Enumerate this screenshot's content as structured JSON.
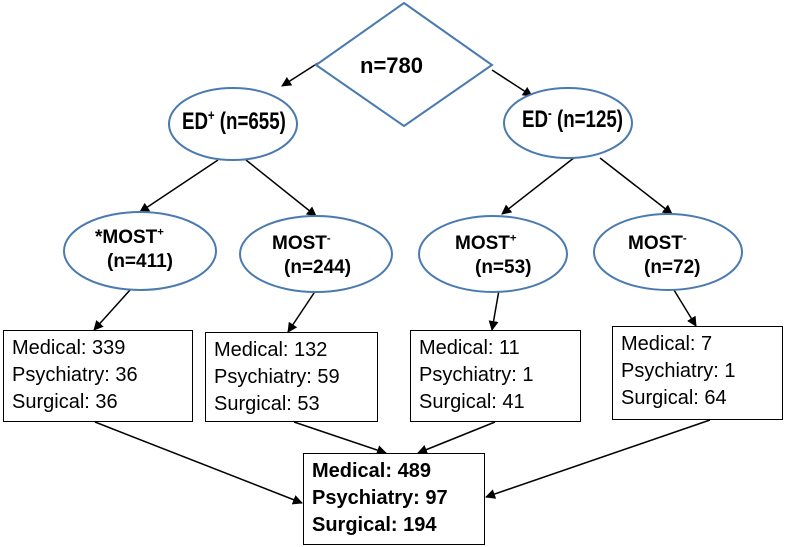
{
  "root": {
    "label": "n=780"
  },
  "ed_pos": {
    "name": "ED",
    "sign": "+",
    "count": "(n=655)"
  },
  "ed_neg": {
    "name": "ED",
    "sign": "-",
    "count": "(n=125)"
  },
  "groups": [
    {
      "prefix": "*MOST",
      "sign": "+",
      "count": "(n=411)"
    },
    {
      "prefix": "MOST",
      "sign": "-",
      "count": "(n=244)"
    },
    {
      "prefix": "MOST",
      "sign": "+",
      "count": "(n=53)"
    },
    {
      "prefix": "MOST",
      "sign": "-",
      "count": "(n=72)"
    }
  ],
  "boxes": [
    {
      "medical": "Medical: 339",
      "psychiatry": "Psychiatry: 36",
      "surgical": "Surgical: 36"
    },
    {
      "medical": "Medical: 132",
      "psychiatry": "Psychiatry: 59",
      "surgical": "Surgical: 53"
    },
    {
      "medical": "Medical: 11",
      "psychiatry": "Psychiatry: 1",
      "surgical": "Surgical: 41"
    },
    {
      "medical": "Medical: 7",
      "psychiatry": "Psychiatry: 1",
      "surgical": "Surgical: 64"
    }
  ],
  "total": {
    "medical": "Medical: 489",
    "psychiatry": "Psychiatry: 97",
    "surgical": "Surgical: 194"
  },
  "colors": {
    "node_stroke": "#4a7ab0",
    "line": "#000000"
  }
}
